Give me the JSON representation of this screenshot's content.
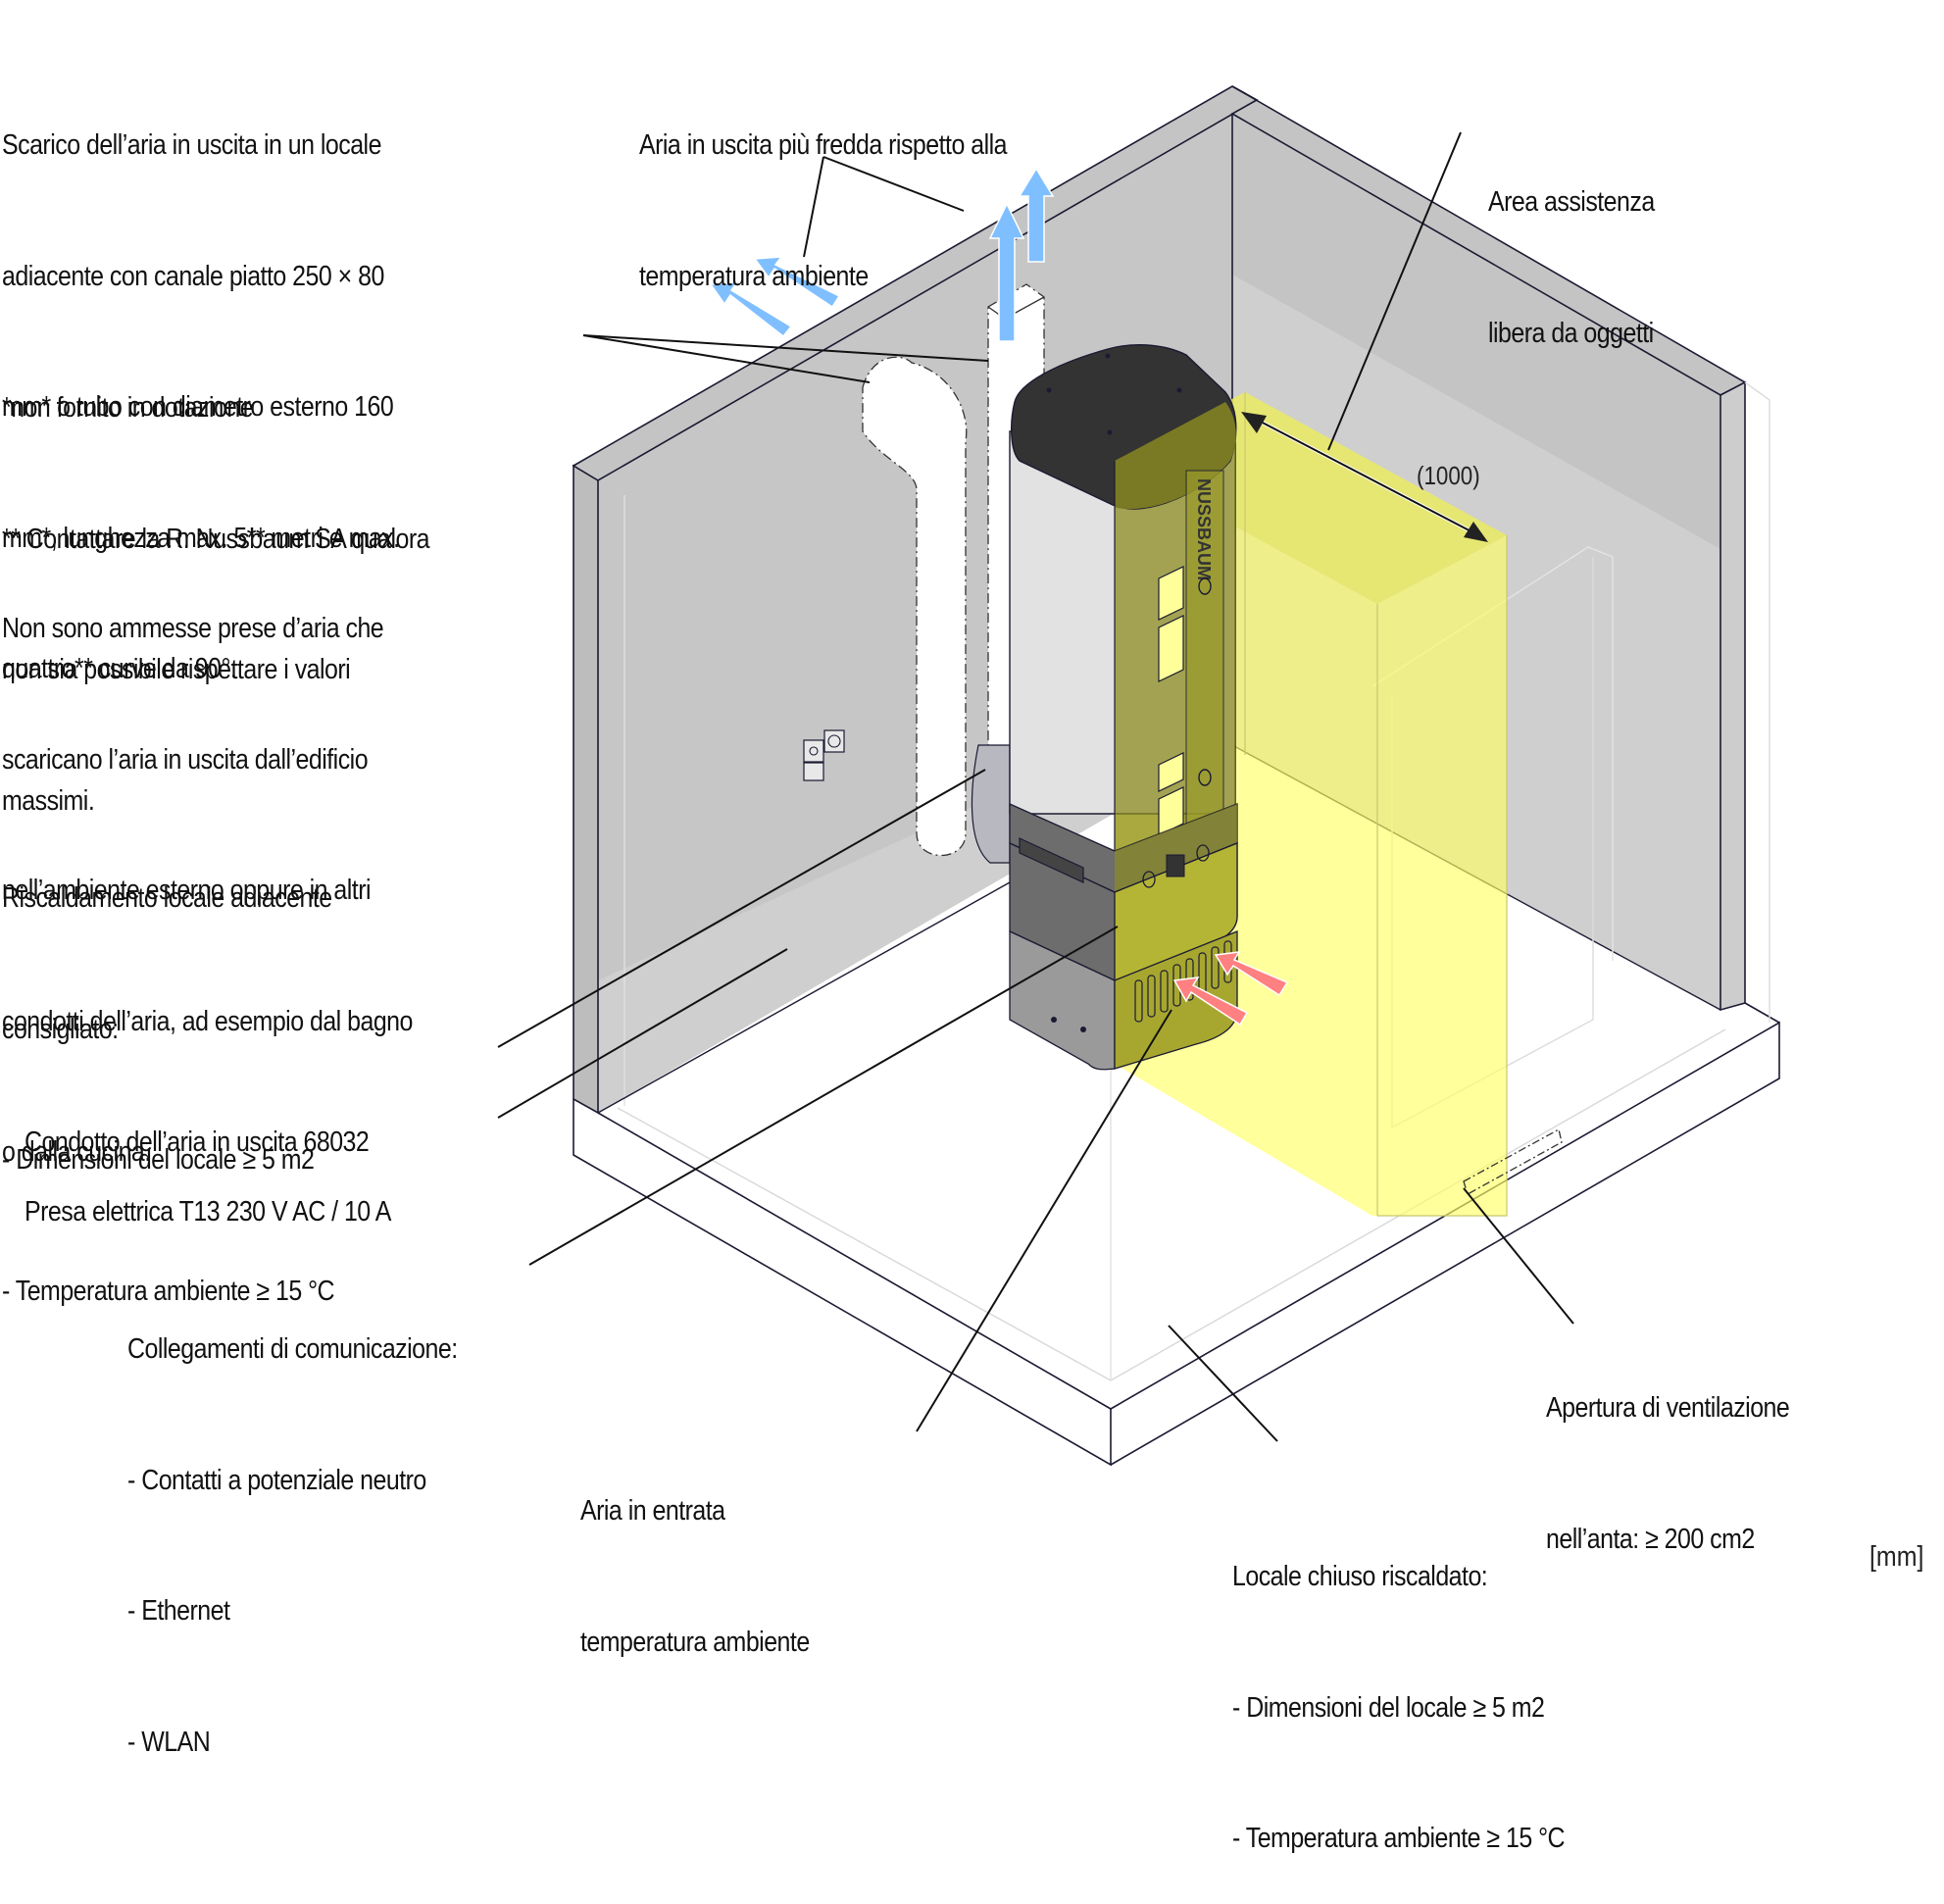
{
  "title": "Schema di installazione – locale chiuso riscaldato",
  "colors": {
    "wall": "#bfbfbf",
    "wall_light": "#d0d0d0",
    "outline": "#1a1a33",
    "service_area": "#ffff66",
    "device_top": "#333333",
    "device_body": "#e2e2e2",
    "device_base": "#8c8c8c",
    "exhaust_arrow": "#7fbfff",
    "intake_arrow": "#ff8080"
  },
  "labels": {
    "exhaust_to_adjacent": {
      "lines": [
        "Scarico dell’aria in uscita in un locale",
        "adiacente con canale piatto 250 × 80",
        "mm* o tubo con diametro esterno 160",
        "mm*, lunghezza max. 5** metri e max.",
        "quattro** curve da 90°."
      ]
    },
    "footnotes": {
      "lines": [
        "*non fornito in dotazione",
        "** Contattare la R. Nussbaum SA qualora",
        "non sia possibile rispettare i valori",
        "massimi."
      ]
    },
    "not_allowed": {
      "lines": [
        "Non sono ammesse prese d’aria che",
        "scaricano l’aria in uscita dall’edificio",
        "nell’ambiente esterno oppure in altri",
        "condotti dell’aria, ad esempio dal bagno",
        "o dalla cucina."
      ]
    },
    "adjacent_heating": {
      "lines": [
        "Riscaldamento locale adiacente",
        "consigliato:",
        "- Dimensioni del locale ≥ 5 m2",
        "- Temperatura ambiente ≥ 15 °C"
      ]
    },
    "exhaust_duct": {
      "lines": [
        "Condotto dell’aria in uscita 68032"
      ]
    },
    "socket": {
      "lines": [
        "Presa elettrica T13 230 V AC / 10 A"
      ]
    },
    "communication": {
      "lines": [
        "Collegamenti di comunicazione:",
        "- Contatti a potenziale neutro",
        "- Ethernet",
        "- WLAN"
      ]
    },
    "intake_air": {
      "lines": [
        "Aria in entrata",
        "temperatura ambiente"
      ]
    },
    "exhaust_air": {
      "lines": [
        "Aria in uscita più fredda rispetto alla",
        "temperatura ambiente"
      ]
    },
    "service_area": {
      "lines": [
        "Area assistenza",
        "libera da oggetti"
      ]
    },
    "ventilation_opening": {
      "lines": [
        "Apertura di ventilazione",
        "nell’anta: ≥ 200 cm2"
      ]
    },
    "closed_room": {
      "lines": [
        "Locale chiuso riscaldato:",
        "- Dimensioni del locale ≥ 5 m2",
        "- Temperatura ambiente ≥ 15 °C"
      ]
    }
  },
  "dimension": "(1000)",
  "brand_on_device": "NUSSBAUM",
  "unit": "[mm]",
  "icons": {
    "exhaust_arrows": "arrow-up-blue",
    "intake_arrows": "arrow-diagonal-red",
    "dimension_arrow": "double-arrow"
  }
}
